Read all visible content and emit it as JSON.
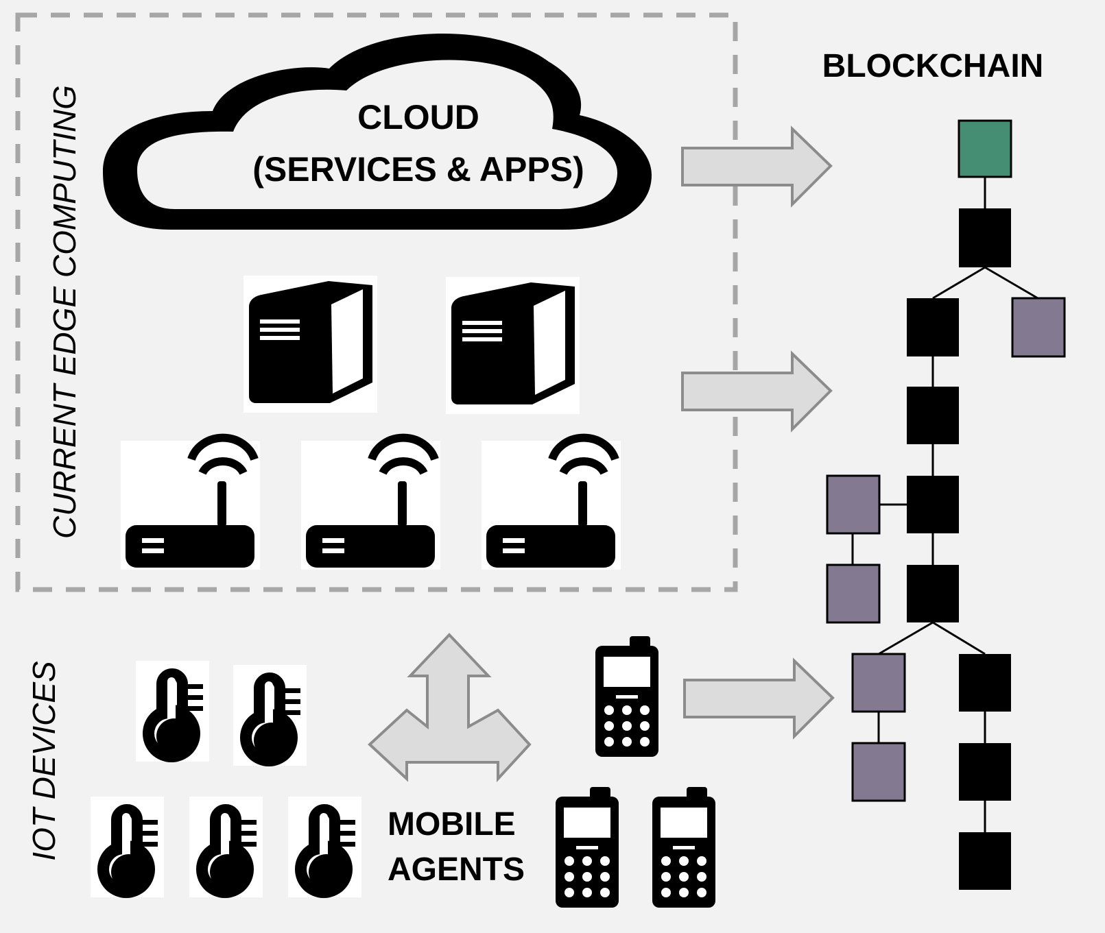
{
  "labels": {
    "cloud_line1": "CLOUD",
    "cloud_line2": "(SERVICES & APPS)",
    "blockchain": "BLOCKCHAIN",
    "edge_computing": "CURRENT EDGE COMPUTING",
    "iot_devices": "IOT DEVICES",
    "mobile_line1": "MOBILE",
    "mobile_line2": "AGENTS"
  },
  "icons": {
    "cloud": "cloud-icon",
    "server": "server-icon",
    "router": "wifi-router-icon",
    "thermometer": "thermometer-icon",
    "phone": "mobile-phone-icon",
    "arrow": "right-arrow-icon",
    "tri_arrow": "three-way-arrow-icon"
  },
  "colors": {
    "background": "#f2f2f2",
    "genesis_block": "#458e73",
    "main_block": "#000000",
    "fork_block": "#837991",
    "arrow_fill": "#dcdcdc",
    "arrow_stroke": "#8c8c8c",
    "dashed_border": "#a6a6a6"
  }
}
